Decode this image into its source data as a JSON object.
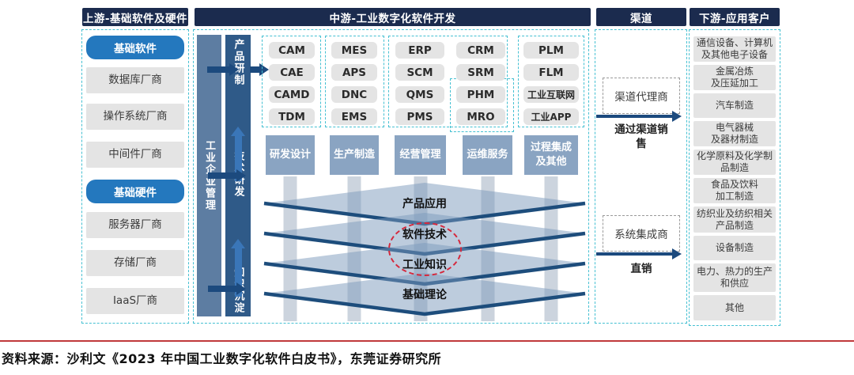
{
  "upstream": {
    "header": "上游-基础软件及硬件",
    "items": [
      {
        "label": "基础软件",
        "kind": "category"
      },
      {
        "label": "数据库厂商",
        "kind": "vendor"
      },
      {
        "label": "操作系统厂商",
        "kind": "vendor"
      },
      {
        "label": "中间件厂商",
        "kind": "vendor"
      },
      {
        "label": "基础硬件",
        "kind": "category"
      },
      {
        "label": "服务器厂商",
        "kind": "vendor"
      },
      {
        "label": "存储厂商",
        "kind": "vendor"
      },
      {
        "label": "IaaS厂商",
        "kind": "vendor"
      }
    ]
  },
  "midstream": {
    "header": "中游-工业数字化软件开发",
    "left_bar": "工业企业管理",
    "process_bar": [
      "产品研制",
      "技术研发",
      "知识沉淀"
    ],
    "columns": [
      {
        "header": "研发设计",
        "items": [
          "CAM",
          "CAE",
          "CAMD",
          "TDM"
        ]
      },
      {
        "header": "生产制造",
        "items": [
          "MES",
          "APS",
          "DNC",
          "EMS"
        ]
      },
      {
        "header": "经营管理",
        "items": [
          "ERP",
          "SCM",
          "QMS",
          "PMS"
        ]
      },
      {
        "header": "运维服务",
        "items": [
          "CRM",
          "SRM",
          "PHM",
          "MRO"
        ]
      },
      {
        "header": "过程集成\n及其他",
        "items": [
          "PLM",
          "FLM",
          "工业互联网",
          "工业APP"
        ]
      }
    ],
    "layers": [
      "产品应用",
      "软件技术",
      "工业知识",
      "基础理论"
    ]
  },
  "channel": {
    "header": "渠道",
    "paths": [
      {
        "party": "渠道代理商",
        "mode": "通过渠道销\n售"
      },
      {
        "party": "系统集成商",
        "mode": "直销"
      }
    ]
  },
  "downstream": {
    "header": "下游-应用客户",
    "items": [
      "通信设备、计算机\n及其他电子设备",
      "金属冶炼\n及压延加工",
      "汽车制造",
      "电气器械\n及器材制造",
      "化学原料及化学制\n品制造",
      "食品及饮料\n加工制造",
      "纺织业及纺织相关\n产品制造",
      "设备制造",
      "电力、热力的生产\n和供应",
      "其他"
    ]
  },
  "footer": {
    "source": "资料来源：沙利文《2023 年中国工业数字化软件白皮书》，东莞证券研究所"
  },
  "colors": {
    "header_navy": "#1b2b4e",
    "category_blue": "#2478be",
    "bar_steel": "#5d7da2",
    "bar_navy": "#2f5a88",
    "arrow_navy": "#1c4a7e",
    "arrow_bright": "#3a76b8",
    "column_header_blue": "#8aa4c2",
    "box_gray": "#e4e4e4",
    "dashed_teal": "#45c0d2",
    "layer_edge": "#1d4d7c",
    "highlight_red": "#d5293d",
    "footer_line_red": "#c0393b"
  }
}
